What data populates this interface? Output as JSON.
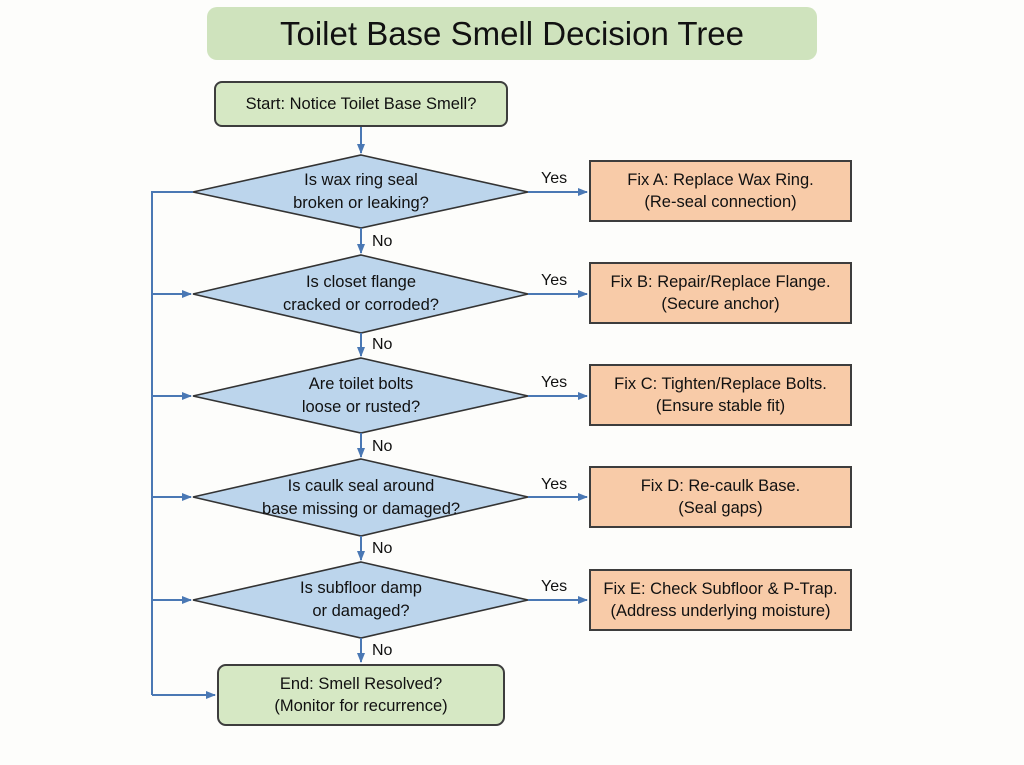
{
  "title": "Toilet Base Smell Decision Tree",
  "colors": {
    "title_bg": "#cfe3bd",
    "terminal_bg": "#d6e8c4",
    "decision_bg": "#bcd5ec",
    "fix_bg": "#f8cba8",
    "connector": "#4a78b4",
    "border": "#3d3d3d"
  },
  "start": {
    "text": "Start: Notice Toilet Base Smell?"
  },
  "end": {
    "line1": "End: Smell Resolved?",
    "line2": "(Monitor for recurrence)"
  },
  "edge_labels": {
    "yes": "Yes",
    "no": "No"
  },
  "decisions": [
    {
      "line1": "Is wax ring seal",
      "line2": "broken or leaking?",
      "fix": {
        "line1": "Fix A: Replace Wax Ring.",
        "line2": "(Re-seal connection)"
      }
    },
    {
      "line1": "Is closet flange",
      "line2": "cracked or corroded?",
      "fix": {
        "line1": "Fix B: Repair/Replace Flange.",
        "line2": "(Secure anchor)"
      }
    },
    {
      "line1": "Are toilet bolts",
      "line2": "loose or rusted?",
      "fix": {
        "line1": "Fix C: Tighten/Replace Bolts.",
        "line2": "(Ensure stable fit)"
      }
    },
    {
      "line1": "Is caulk seal around",
      "line2": "base missing or damaged?",
      "fix": {
        "line1": "Fix D: Re-caulk Base.",
        "line2": "(Seal gaps)"
      }
    },
    {
      "line1": "Is subfloor damp",
      "line2": "or damaged?",
      "fix": {
        "line1": "Fix E: Check Subfloor & P-Trap.",
        "line2": "(Address underlying moisture)"
      }
    }
  ]
}
